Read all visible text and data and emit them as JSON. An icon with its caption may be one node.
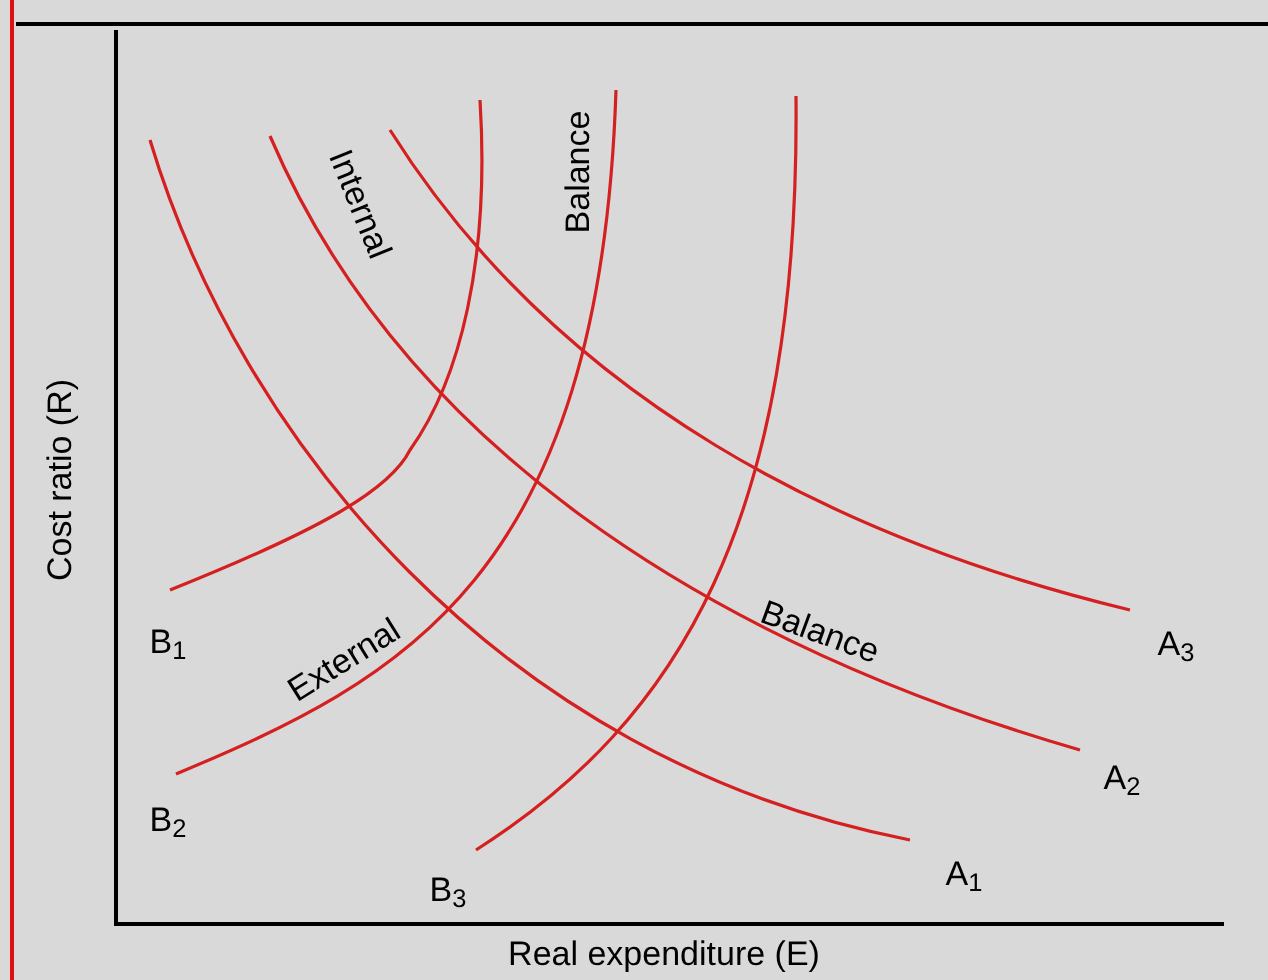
{
  "diagram": {
    "labels": [
      "Internal",
      "Balance",
      "Cost ratio (R)",
      "B$_{1}$",
      "External",
      "Balance",
      "A$_{3}$",
      "A$_{2}$",
      "B$_{2}$",
      "B$_{3}$",
      "A$_{1}$",
      "Real expenditure (E)"
    ]
  }
}
